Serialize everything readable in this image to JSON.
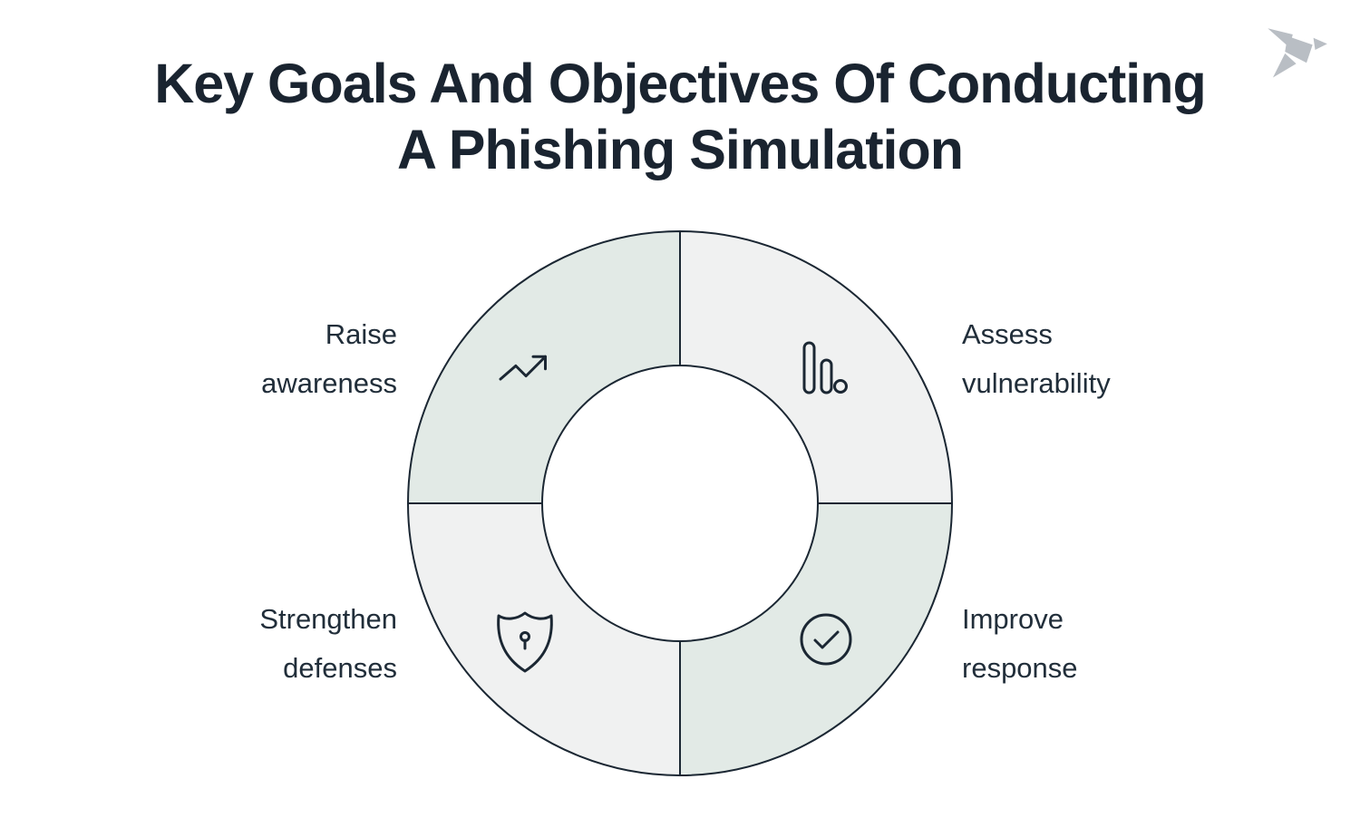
{
  "title": {
    "line1": "Key Goals And Objectives Of Conducting",
    "line2": "A Phishing Simulation"
  },
  "logo": {
    "name": "origami-bird",
    "color": "#b9bec4"
  },
  "colors": {
    "background": "#ffffff",
    "ink": "#1b2733",
    "mint": "#e2eae6",
    "light_gray": "#f0f1f1",
    "title_text": "#1a2430",
    "label_text": "#212e3a"
  },
  "diagram": {
    "type": "quadrant-donut-cycle",
    "segments": [
      {
        "position": "top-left",
        "fill": "mint",
        "icon": "trending-up-icon",
        "label": "Raise awareness",
        "line1": "Raise",
        "line2": "awareness"
      },
      {
        "position": "top-right",
        "fill": "light_gray",
        "icon": "bar-chart-icon",
        "label": "Assess vulnerability",
        "line1": "Assess",
        "line2": "vulnerability"
      },
      {
        "position": "bottom-right",
        "fill": "mint",
        "icon": "check-circle-icon",
        "label": "Improve response",
        "line1": "Improve",
        "line2": "response"
      },
      {
        "position": "bottom-left",
        "fill": "light_gray",
        "icon": "shield-lock-icon",
        "label": "Strengthen defenses",
        "line1": "Strengthen",
        "line2": "defenses"
      }
    ]
  }
}
